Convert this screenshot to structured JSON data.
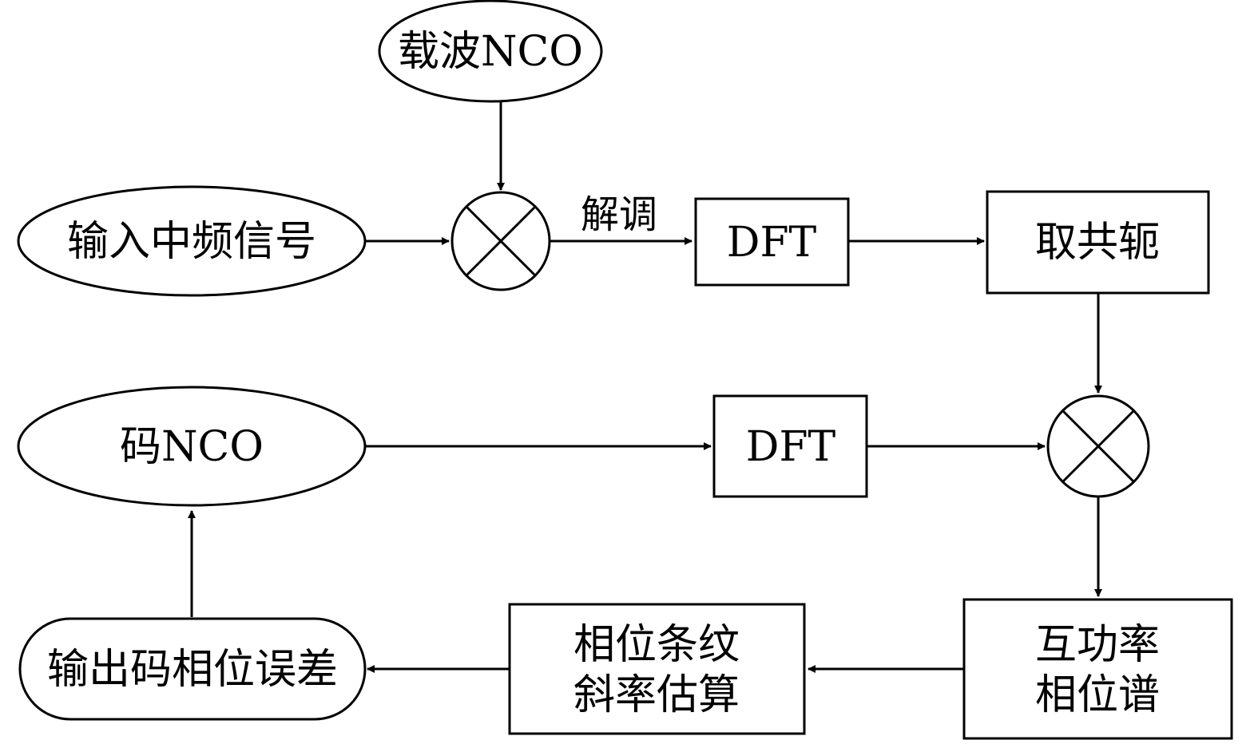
{
  "diagram": {
    "nodes": {
      "carrier_nco": "载波NCO",
      "input_if": "输入中频信号",
      "dft_top": "DFT",
      "conjugate": "取共轭",
      "code_nco": "码NCO",
      "dft_mid": "DFT",
      "output": "输出码相位误差",
      "slope_est": [
        "相位条纹",
        "斜率估算"
      ],
      "cross_spec": [
        "互功率",
        "相位谱"
      ]
    },
    "edge_labels": {
      "demod": "解调"
    }
  }
}
